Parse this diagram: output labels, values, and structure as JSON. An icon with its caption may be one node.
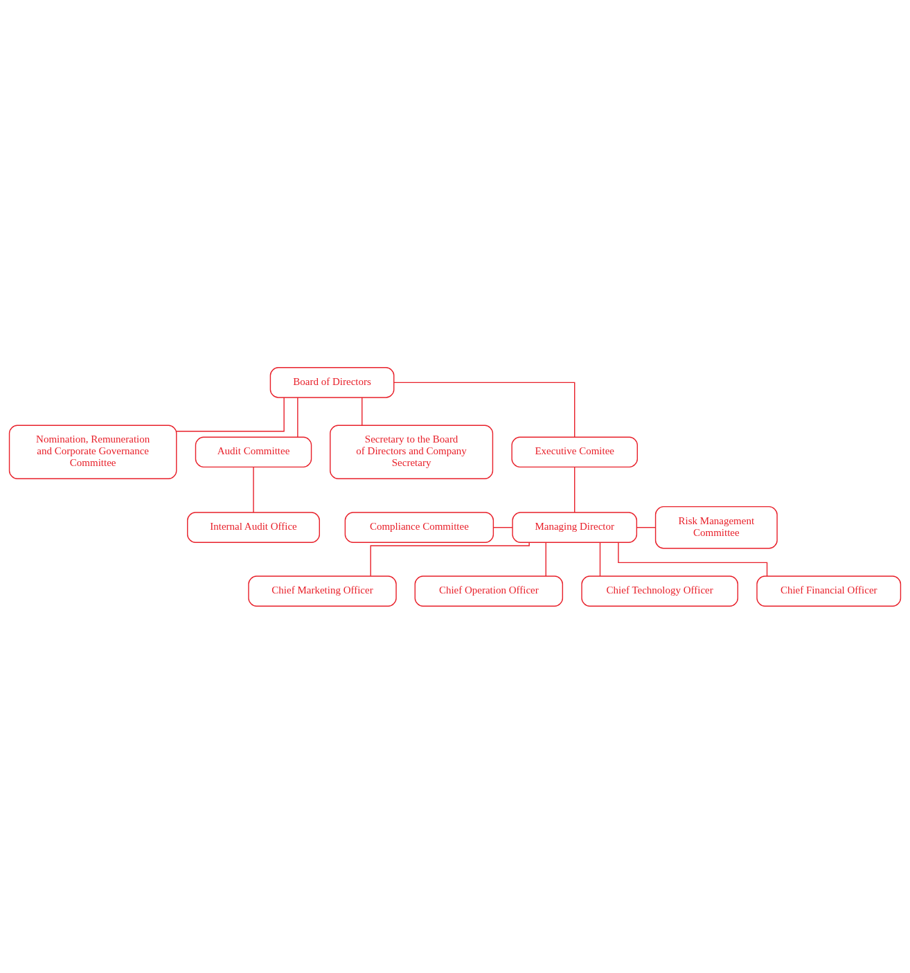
{
  "diagram": {
    "nodes": [
      {
        "text": [
          "Board of Directors"
        ]
      },
      {
        "text": [
          "Nomination, Remuneration and Corporate Governance Committee"
        ]
      },
      {
        "text": [
          "Audit Committee"
        ]
      },
      {
        "text": [
          "Secretary to the Board of Directors and Company Secretary"
        ]
      },
      {
        "text": [
          "Internal Audit Office"
        ]
      },
      {
        "text": [
          "Executive Comitee"
        ]
      },
      {
        "text": [
          "Compliance Committee"
        ]
      },
      {
        "text": [
          "Managing Director"
        ]
      },
      {
        "text": [
          "Risk Management Committee"
        ]
      },
      {
        "text": [
          "Chief Marketing Officer"
        ]
      },
      {
        "text": [
          "Chief Operation Officer"
        ]
      },
      {
        "text": [
          "Chief Technology Officer"
        ]
      },
      {
        "text": [
          "Chief Financial Officer"
        ]
      }
    ],
    "edges": [
      {
        "from": 0,
        "to": 3,
        "arrow": "none"
      },
      {
        "from": 0,
        "to": 1,
        "arrow": "none"
      },
      {
        "from": 0,
        "to": 2,
        "arrow": "none"
      },
      {
        "from": 0,
        "to": 5,
        "arrow": "none"
      },
      {
        "from": 2,
        "to": 4,
        "arrow": "none"
      },
      {
        "from": 5,
        "to": 7,
        "arrow": "none"
      },
      {
        "from": 6,
        "to": 7,
        "arrow": "none"
      },
      {
        "from": 7,
        "to": 8,
        "arrow": "none"
      },
      {
        "from": 7,
        "to": 9,
        "arrow": "none"
      },
      {
        "from": 7,
        "to": 10,
        "arrow": "none"
      },
      {
        "from": 7,
        "to": 11,
        "arrow": "none"
      },
      {
        "from": 7,
        "to": 12,
        "arrow": "none"
      }
    ]
  }
}
